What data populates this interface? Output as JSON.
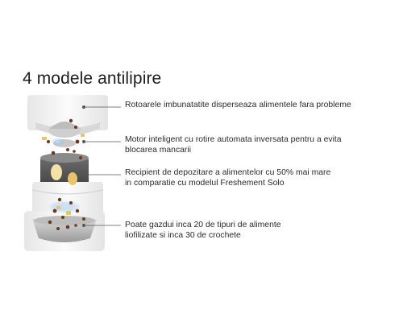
{
  "heading": "4 modele antilipire",
  "features": [
    {
      "lines": [
        "Rotoarele imbunatatite disperseaza alimentele fara probleme"
      ]
    },
    {
      "lines": [
        "Motor inteligent cu rotire automata inversata pentru a evita",
        "blocarea mancarii"
      ]
    },
    {
      "lines": [
        "Recipient de depozitare a alimentelor cu 50% mai mare",
        "in comparatie cu modelul Freshement Solo"
      ]
    },
    {
      "lines": [
        "Poate gazdui inca 20 de tipuri de alimente",
        "liofilizate si inca 30 de crochete"
      ]
    }
  ],
  "colors": {
    "device_body": "#f3f3f3",
    "device_shadow": "#d6d6d6",
    "chamber_dark": "#4a4a4a",
    "kibble": "#6b3a1e",
    "freeze_dried": "#e8c46a",
    "glow": "#6fa8e8",
    "leader_line": "#555555"
  }
}
